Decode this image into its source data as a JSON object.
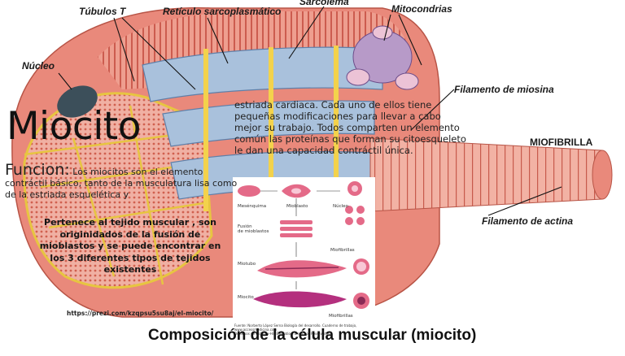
{
  "labels": {
    "tubulos": "Túbulos T",
    "reticulo": "Retículo sarcoplasmático",
    "sarcolema": "Sarcolema",
    "mitocondrias": "Mitocondrias",
    "nucleo": "Núcleo",
    "miosina": "Filamento de miosina",
    "miofibrilla": "MIOFIBRILLA",
    "actina": "Filamento de actina"
  },
  "title": "Miocito",
  "funcion_heading": "Funcion:",
  "funcion_text": "Los miocitos son el elemento contráctil básico, tanto de la musculatura lisa como de la estriada esquelética y",
  "right_text": "estriada cardiaca. Cada uno de ellos tiene pequeñas modificaciones para llevar a cabo mejor su trabajo. Todos comparten un elemento común las proteínas que forman su citoesqueleto le dan una capacidad contráctil única.",
  "bold_text": "Pertenece al tejido muscular , son originidados de la fusión de mioblastos y se puede encontrar en los 3 diferentes tipos de tejidos existentes",
  "url": "https://prezi.com/kzqpsu5su8aj/el-miocito/",
  "caption": "Composición de la célula muscular (miocito)",
  "inset": {
    "mesenquima": "Mesénquima",
    "mioblasto": "Mioblasto",
    "nucleo": "Núcleo",
    "fusion": "Fusión\nde mioblastos",
    "miofibrillas": "Miofibrillas",
    "miotubo": "Miotubo",
    "miocito": "Miocito",
    "miofibrillas2": "Miofibrillas",
    "fuente": "Fuente: Norberto López Serna Biología del desarrollo. Cuaderno de trabajo,",
    "fuente2": "www.accessmedicina.com",
    "fuente3": "Derechos de McGraw-Hill Education. Derechos Reservados."
  },
  "colors": {
    "muscle": "#e8877a",
    "muscle_dark": "#c9574a",
    "sr_blue": "#9fb8d6",
    "t_tubule": "#f3d24c",
    "nucleus": "#3c4f5a",
    "mito": "#b79ac8"
  }
}
